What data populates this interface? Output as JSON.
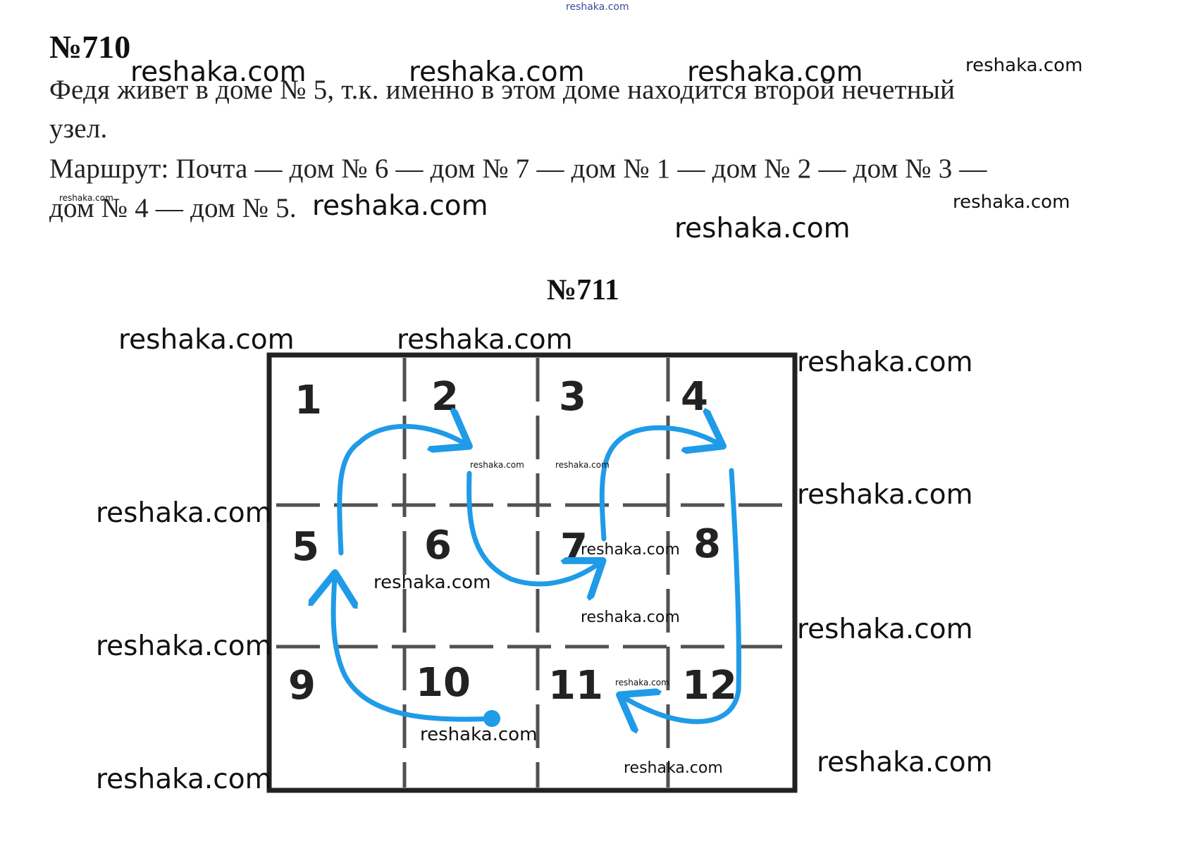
{
  "top_watermark": "reshaka.com",
  "task710": {
    "heading": "№710",
    "lines": [
      "Федя живет в доме № 5, т.к. именно в этом доме находится второй нечетный",
      "узел.",
      "Маршрут: Почта — дом № 6 — дом № 7 — дом № 1 — дом № 2 — дом № 3 —",
      "дом № 4 — дом № 5."
    ]
  },
  "task711": {
    "heading": "№711",
    "cell_numbers": [
      "1",
      "2",
      "3",
      "4",
      "5",
      "6",
      "7",
      "8",
      "9",
      "10",
      "11",
      "12"
    ],
    "arrow_color": "#1f9be8",
    "frame_color": "#222222"
  },
  "watermarks": [
    "reshaka.com",
    "reshaka.com",
    "reshaka.com",
    "reshaka.com",
    "reshaka.com",
    "reshaka.com",
    "reshaka.com",
    "reshaka.com",
    "reshaka.com",
    "reshaka.com",
    "reshaka.com",
    "reshaka.com",
    "reshaka.com",
    "reshaka.com",
    "reshaka.com",
    "reshaka.com",
    "reshaka.com",
    "reshaka.com",
    "reshaka.com",
    "reshaka.com",
    "reshaka.com",
    "reshaka.com",
    "reshaka.com",
    "reshaka.com"
  ]
}
